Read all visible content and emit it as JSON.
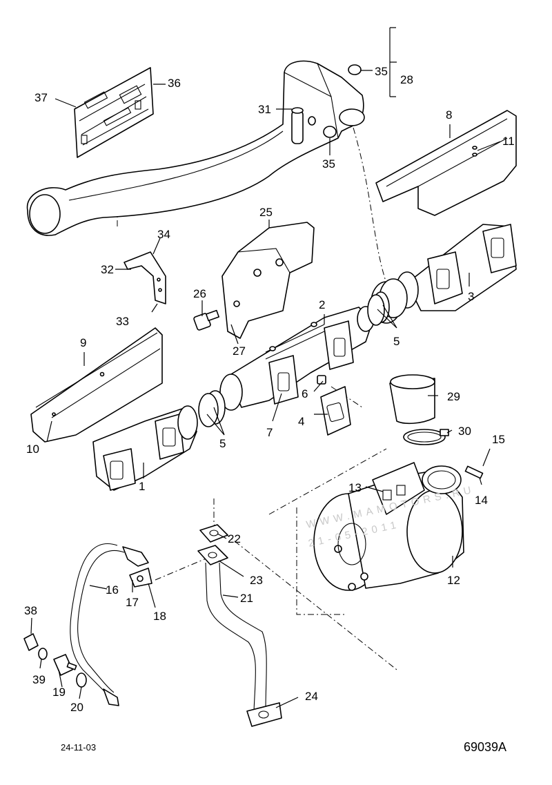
{
  "diagram": {
    "callouts": {
      "c1": "1",
      "c2": "2",
      "c3": "3",
      "c4": "4",
      "c5a": "5",
      "c5b": "5",
      "c6": "6",
      "c7": "7",
      "c8": "8",
      "c9": "9",
      "c10": "10",
      "c11": "11",
      "c12": "12",
      "c13": "13",
      "c14": "14",
      "c15": "15",
      "c16": "16",
      "c17": "17",
      "c18": "18",
      "c19": "19",
      "c20": "20",
      "c21": "21",
      "c22": "22",
      "c23": "23",
      "c24": "24",
      "c25": "25",
      "c26": "26",
      "c27": "27",
      "c28": "28",
      "c29": "29",
      "c30": "30",
      "c31": "31",
      "c32": "32",
      "c33": "33",
      "c34": "34",
      "c35a": "35",
      "c35b": "35",
      "c36": "36",
      "c37": "37",
      "c38": "38",
      "c39": "39"
    },
    "date": "24-11-03",
    "figure_number": "69039A"
  }
}
